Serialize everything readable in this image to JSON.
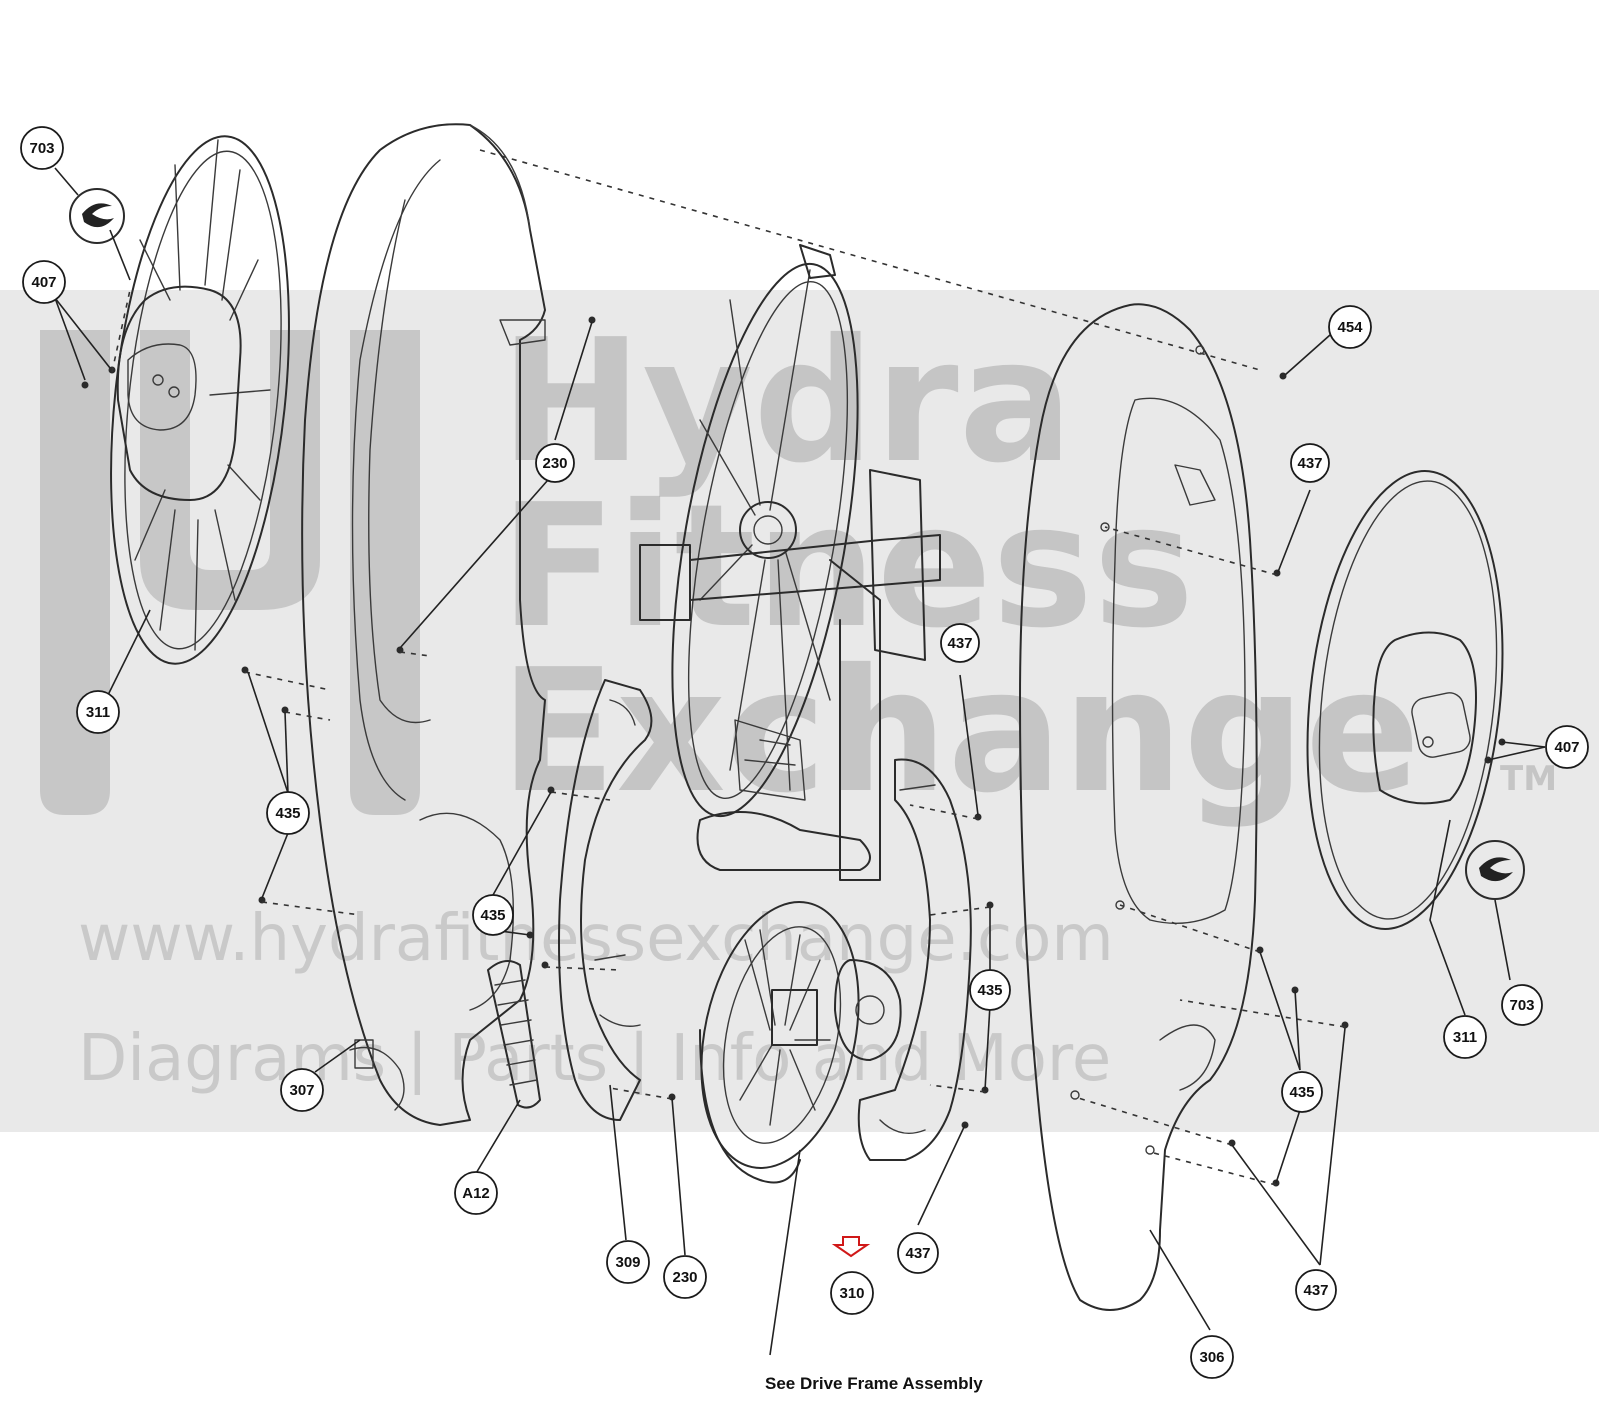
{
  "watermark": {
    "line1": "Hydra",
    "line2": "Fitness",
    "line3": "Exchange",
    "tm": "TM",
    "url": "www.hydrafitnessexchange.com",
    "tagline": "Diagrams | Parts | Info and More"
  },
  "note": {
    "text": "See Drive Frame Assembly"
  },
  "callouts": {
    "c703_left": "703",
    "c407_left": "407",
    "c311_left": "311",
    "c230_top": "230",
    "c435_left": "435",
    "c435_mid": "435",
    "c307": "307",
    "cA12": "A12",
    "c309": "309",
    "c230_bot": "230",
    "c310": "310",
    "c437_mid": "437",
    "c435_right_mid": "435",
    "c437_bot": "437",
    "c454": "454",
    "c437_top": "437",
    "c407_right": "407",
    "c703_right": "703",
    "c311_right": "311",
    "c435_right": "435",
    "c437_right": "437",
    "c306": "306"
  },
  "icons": {
    "logo": "swirl-logo-icon",
    "arrow": "down-arrow-icon"
  },
  "colors": {
    "arrow": "#d01818"
  }
}
